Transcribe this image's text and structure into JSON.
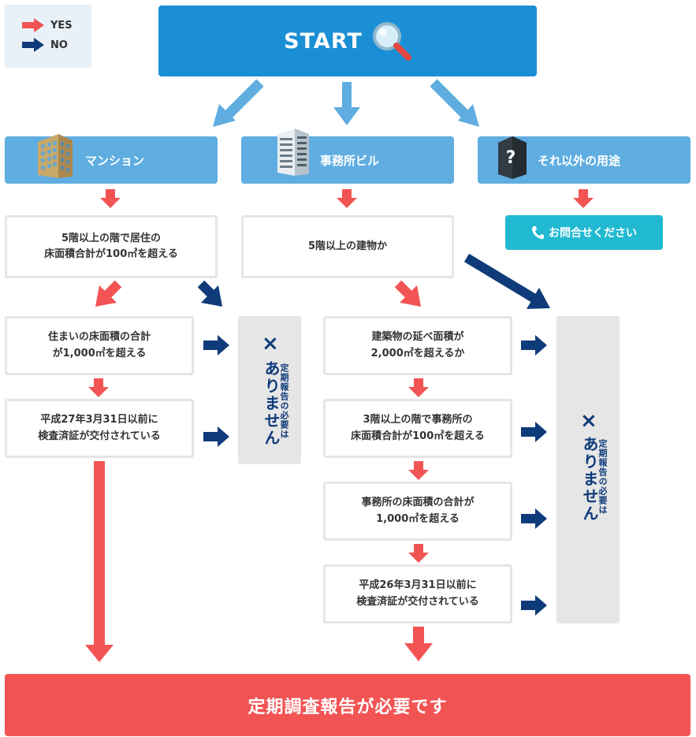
{
  "colors": {
    "yes_arrow": "#f25454",
    "no_arrow": "#0f3b7a",
    "start_blue": "#1b8fd5",
    "category_blue": "#5fade1",
    "contact_teal": "#21b9d1",
    "final_red": "#f25454"
  },
  "legend": {
    "yes": "YES",
    "no": "NO"
  },
  "start": {
    "label": "START",
    "icon": "magnifier-icon"
  },
  "categories": [
    {
      "label": "マンション",
      "icon": "apartment-building-icon"
    },
    {
      "label": "事務所ビル",
      "icon": "office-building-icon"
    },
    {
      "label": "それ以外の用途",
      "icon": "question-building-icon"
    }
  ],
  "contact": {
    "label": "お問合せください",
    "icon": "phone-icon"
  },
  "mansion": {
    "q1": "5階以上の階で居住の\n床面積合計が100㎡を超える",
    "q2": "住まいの床面積の合計\nが1,000㎡を超える",
    "q3": "平成27年3月31日以前に\n検査済証が交付されている"
  },
  "office": {
    "q1": "5階以上の建物か",
    "q2": "建築物の延べ面積が\n2,000㎡を超えるか",
    "q3": "3階以上の階で事務所の\n床面積合計が100㎡を超える",
    "q4": "事務所の床面積の合計が\n1,000㎡を超える",
    "q5": "平成26年3月31日以前に\n検査済証が交付されている"
  },
  "no_report": {
    "mark": "×",
    "main": "ありません",
    "sub": "定期報告の必要は"
  },
  "final": {
    "label": "定期調査報告が必要です"
  }
}
